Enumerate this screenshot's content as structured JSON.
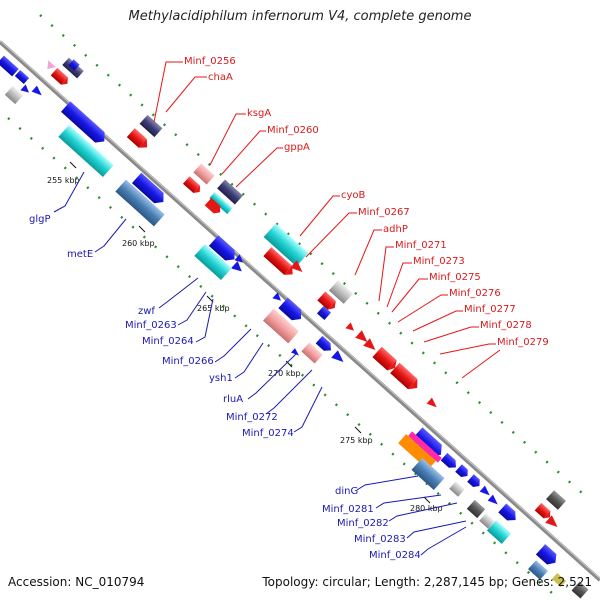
{
  "title": "Methylacidiphilum infernorum V4, complete genome",
  "footer": {
    "accession": "Accession: NC_010794",
    "topology": "Topology: circular; Length: 2,287,145 bp; Genes: 2,521"
  },
  "ticks": [
    "255 kbp",
    "260 kbp",
    "265 kbp",
    "270 kbp",
    "275 kbp",
    "280 kbp"
  ],
  "labels": {
    "top": [
      "Minf_0256",
      "chaA",
      "ksgA",
      "Minf_0260",
      "gppA",
      "cyoB",
      "Minf_0267",
      "adhP",
      "Minf_0271",
      "Minf_0273",
      "Minf_0275",
      "Minf_0276",
      "Minf_0277",
      "Minf_0278",
      "Minf_0279"
    ],
    "bottom": [
      "glgP",
      "metE",
      "zwf",
      "Minf_0263",
      "Minf_0264",
      "Minf_0266",
      "ysh1",
      "rluA",
      "Minf_0272",
      "Minf_0274",
      "dinG",
      "Minf_0281",
      "Minf_0282",
      "Minf_0283",
      "Minf_0284"
    ]
  },
  "colors": {
    "forward": "#1616e6",
    "reverse": "#e61616",
    "top_label": "#d91a1a",
    "bottom_label": "#1a1ab4",
    "backbone": "#8a8a8a",
    "gc_dots": "#2e8b2e"
  }
}
